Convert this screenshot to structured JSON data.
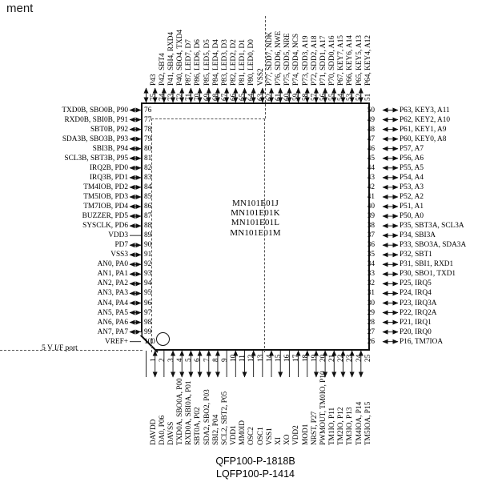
{
  "document_fragment_text": "ment",
  "chip": {
    "part_numbers": [
      "MN101E01J",
      "MN101E01K",
      "MN101E01L",
      "MN101E01M"
    ],
    "package_captions": [
      "QFP100-P-1818B",
      "LQFP100-P-1414"
    ],
    "region_label": "5 V I/F port"
  },
  "pins": {
    "left": [
      {
        "num": "76",
        "label": "TXD0B, SBO0B, P90",
        "dir": "bi"
      },
      {
        "num": "77",
        "label": "RXD0B, SBI0B, P91",
        "dir": "bi"
      },
      {
        "num": "78",
        "label": "SBT0B, P92",
        "dir": "bi"
      },
      {
        "num": "79",
        "label": "SDA3B, SBO3B, P93",
        "dir": "bi"
      },
      {
        "num": "80",
        "label": "SBI3B, P94",
        "dir": "bi"
      },
      {
        "num": "81",
        "label": "SCL3B, SBT3B, P95",
        "dir": "bi"
      },
      {
        "num": "82",
        "label": "IRQ2B, PD0",
        "dir": "bi"
      },
      {
        "num": "83",
        "label": "IRQ3B, PD1",
        "dir": "bi"
      },
      {
        "num": "84",
        "label": "TM4IOB, PD2",
        "dir": "bi"
      },
      {
        "num": "85",
        "label": "TM5IOB, PD3",
        "dir": "bi"
      },
      {
        "num": "86",
        "label": "TM7IOB, PD4",
        "dir": "bi"
      },
      {
        "num": "87",
        "label": "BUZZER, PD5",
        "dir": "bi"
      },
      {
        "num": "88",
        "label": "SYSCLK, PD6",
        "dir": "bi"
      },
      {
        "num": "89",
        "label": "VDD3",
        "dir": "line"
      },
      {
        "num": "90",
        "label": "PD7",
        "dir": "bi"
      },
      {
        "num": "91",
        "label": "VSS3",
        "dir": "bi"
      },
      {
        "num": "92",
        "label": "AN0, PA0",
        "dir": "bi"
      },
      {
        "num": "93",
        "label": "AN1, PA1",
        "dir": "bi"
      },
      {
        "num": "94",
        "label": "AN2, PA2",
        "dir": "bi"
      },
      {
        "num": "95",
        "label": "AN3, PA3",
        "dir": "bi"
      },
      {
        "num": "96",
        "label": "AN4, PA4",
        "dir": "bi"
      },
      {
        "num": "97",
        "label": "AN5, PA5",
        "dir": "bi"
      },
      {
        "num": "98",
        "label": "AN6, PA6",
        "dir": "bi"
      },
      {
        "num": "99",
        "label": "AN7, PA7",
        "dir": "bi"
      },
      {
        "num": "100",
        "label": "VREF+",
        "dir": "line"
      }
    ],
    "right": [
      {
        "num": "50",
        "label": "P63, KEY3, A11",
        "dir": "bi"
      },
      {
        "num": "49",
        "label": "P62, KEY2, A10",
        "dir": "bi"
      },
      {
        "num": "48",
        "label": "P61, KEY1, A9",
        "dir": "bi"
      },
      {
        "num": "47",
        "label": "P60, KEY0, A8",
        "dir": "bi"
      },
      {
        "num": "46",
        "label": "P57, A7",
        "dir": "bi"
      },
      {
        "num": "45",
        "label": "P56, A6",
        "dir": "bi"
      },
      {
        "num": "44",
        "label": "P55, A5",
        "dir": "bi"
      },
      {
        "num": "43",
        "label": "P54, A4",
        "dir": "bi"
      },
      {
        "num": "42",
        "label": "P53, A3",
        "dir": "bi"
      },
      {
        "num": "41",
        "label": "P52, A2",
        "dir": "bi"
      },
      {
        "num": "40",
        "label": "P51, A1",
        "dir": "bi"
      },
      {
        "num": "39",
        "label": "P50, A0",
        "dir": "bi"
      },
      {
        "num": "38",
        "label": "P35, SBT3A, SCL3A",
        "dir": "bi"
      },
      {
        "num": "37",
        "label": "P34, SBI3A",
        "dir": "bi"
      },
      {
        "num": "36",
        "label": "P33, SBO3A, SDA3A",
        "dir": "bi"
      },
      {
        "num": "35",
        "label": "P32, SBT1",
        "dir": "bi"
      },
      {
        "num": "34",
        "label": "P31, SBI1, RXD1",
        "dir": "bi"
      },
      {
        "num": "33",
        "label": "P30, SBO1, TXD1",
        "dir": "bi"
      },
      {
        "num": "32",
        "label": "P25, IRQ5",
        "dir": "bi"
      },
      {
        "num": "31",
        "label": "P24, IRQ4",
        "dir": "bi"
      },
      {
        "num": "30",
        "label": "P23, IRQ3A",
        "dir": "bi"
      },
      {
        "num": "29",
        "label": "P22, IRQ2A",
        "dir": "bi"
      },
      {
        "num": "28",
        "label": "P21, IRQ1",
        "dir": "bi"
      },
      {
        "num": "27",
        "label": "P20, IRQ0",
        "dir": "bi"
      },
      {
        "num": "26",
        "label": "P16, TM7IOA",
        "dir": "bi"
      }
    ],
    "top": [
      {
        "num": "75",
        "label": "P43",
        "dir": "bi"
      },
      {
        "num": "74",
        "label": "P42, SBT4",
        "dir": "bi"
      },
      {
        "num": "73",
        "label": "P41, SBI4, RXD4",
        "dir": "bi"
      },
      {
        "num": "72",
        "label": "P40, SBO4, TXD4",
        "dir": "bi"
      },
      {
        "num": "71",
        "label": "P87, LED7, D7",
        "dir": "bi"
      },
      {
        "num": "70",
        "label": "P86, LED6, D6",
        "dir": "bi"
      },
      {
        "num": "69",
        "label": "P85, LED5, D5",
        "dir": "bi"
      },
      {
        "num": "68",
        "label": "P84, LED4, D4",
        "dir": "bi"
      },
      {
        "num": "67",
        "label": "P83, LED3, D3",
        "dir": "bi"
      },
      {
        "num": "66",
        "label": "P82, LED2, D2",
        "dir": "bi"
      },
      {
        "num": "65",
        "label": "P81, LED1, D1",
        "dir": "bi"
      },
      {
        "num": "64",
        "label": "P80, LED0, D0",
        "dir": "bi"
      },
      {
        "num": "63",
        "label": "VSS2",
        "dir": "bi"
      },
      {
        "num": "62",
        "label": "P77, SDD7, NDK",
        "dir": "bi"
      },
      {
        "num": "61",
        "label": "P76, SDD6, NWE",
        "dir": "bi"
      },
      {
        "num": "60",
        "label": "P75, SDD5, NRE",
        "dir": "bi"
      },
      {
        "num": "59",
        "label": "P74, SDD4, NCS",
        "dir": "bi"
      },
      {
        "num": "58",
        "label": "P73, SDD3, A19",
        "dir": "bi"
      },
      {
        "num": "57",
        "label": "P72, SDD2, A18",
        "dir": "bi"
      },
      {
        "num": "56",
        "label": "P71, SDD1, A17",
        "dir": "bi"
      },
      {
        "num": "55",
        "label": "P70, SDD0, A16",
        "dir": "bi"
      },
      {
        "num": "54",
        "label": "P67, KEY7, A15",
        "dir": "bi"
      },
      {
        "num": "53",
        "label": "P66, KEY6, A14",
        "dir": "bi"
      },
      {
        "num": "52",
        "label": "P65, KEY5, A13",
        "dir": "bi"
      },
      {
        "num": "51",
        "label": "P64, KEY4, A12",
        "dir": "bi"
      }
    ],
    "bottom": [
      {
        "num": "1",
        "label": "DAVDD",
        "dir": "line"
      },
      {
        "num": "2",
        "label": "DA0, P06",
        "dir": "bi"
      },
      {
        "num": "3",
        "label": "DAVSS",
        "dir": "line"
      },
      {
        "num": "4",
        "label": "TXD0A, SBO0A, P00",
        "dir": "bi"
      },
      {
        "num": "5",
        "label": "RXD0A, SBI0A, P01",
        "dir": "bi"
      },
      {
        "num": "6",
        "label": "SBT0A, P02",
        "dir": "bi"
      },
      {
        "num": "7",
        "label": "SDA2, SBO2, P03",
        "dir": "bi"
      },
      {
        "num": "8",
        "label": "SBI2, P04",
        "dir": "bi"
      },
      {
        "num": "9",
        "label": "SCL2, SBT2, P05",
        "dir": "bi"
      },
      {
        "num": "10",
        "label": "VDD1",
        "dir": "line"
      },
      {
        "num": "11",
        "label": "MM0ID",
        "dir": "in"
      },
      {
        "num": "12",
        "label": "OSC2",
        "dir": "out"
      },
      {
        "num": "13",
        "label": "OSC1",
        "dir": "in"
      },
      {
        "num": "14",
        "label": "VSS1",
        "dir": "line"
      },
      {
        "num": "15",
        "label": "XI",
        "dir": "in"
      },
      {
        "num": "16",
        "label": "XO",
        "dir": "out"
      },
      {
        "num": "17",
        "label": "VDD2",
        "dir": "line"
      },
      {
        "num": "18",
        "label": "MOD1",
        "dir": "in"
      },
      {
        "num": "19",
        "label": "NRST, P27",
        "dir": "in"
      },
      {
        "num": "20",
        "label": "PWMOUT, TM0IO, P10",
        "dir": "bi"
      },
      {
        "num": "21",
        "label": "TM1IO, P11",
        "dir": "bi"
      },
      {
        "num": "22",
        "label": "TM2IO, P12",
        "dir": "bi"
      },
      {
        "num": "23",
        "label": "TM3IO, P13",
        "dir": "bi"
      },
      {
        "num": "24",
        "label": "TM4IOA, P14",
        "dir": "bi"
      },
      {
        "num": "25",
        "label": "TM5IOA, P15",
        "dir": "bi"
      }
    ]
  }
}
